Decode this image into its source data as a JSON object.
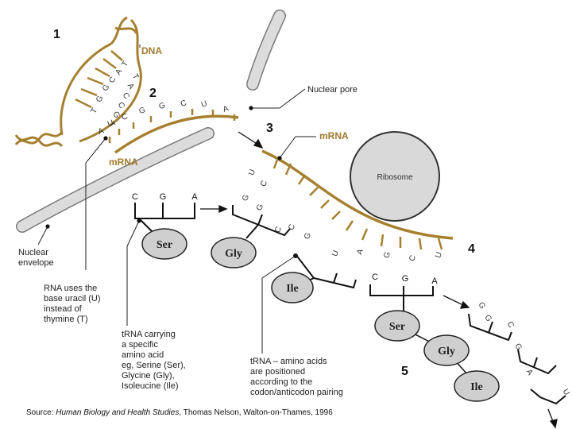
{
  "colors": {
    "strand": "#a6802f",
    "envelope": "#d7d7d7",
    "ribosome": "#d9d9d9",
    "aa": "#cfcfcf",
    "ink": "#111111"
  },
  "steps": [
    "1",
    "2",
    "3",
    "4",
    "5"
  ],
  "labels": {
    "dna": "DNA",
    "nuclear_pore": "Nuclear pore",
    "mrna_top": "mRNA",
    "mrna_left": "mRNA",
    "ribosome": "Ribosome",
    "nuclear_envelope": [
      "Nuclear",
      "envelope"
    ],
    "rna_uracil": [
      "RNA uses the",
      "base uracil (U)",
      "instead of",
      "thymine (T)"
    ],
    "trna_carrying": [
      "tRNA carrying",
      "a specific",
      "amino acid",
      "eg, Serine (Ser),",
      "Glycine (Gly),",
      "Isoleucine (Ile)"
    ],
    "trna_positioned": [
      "tRNA – amino acids",
      "are positioned",
      "according to the",
      "codon/anticodon pairing"
    ]
  },
  "dna_bases_left": [
    "T",
    "G",
    "G",
    "C",
    "A",
    "T"
  ],
  "dna_bases_right": [
    "T",
    "A",
    "C",
    "C",
    "G",
    "T"
  ],
  "mrna_transcript_bases": [
    "A",
    "U",
    "C",
    "G",
    "G",
    "C",
    "U",
    "A"
  ],
  "mrna_ribosome_bases": [
    "U",
    "C",
    "G",
    "G",
    "C",
    "C",
    "G",
    "U",
    "A",
    "G",
    "C",
    "U"
  ],
  "trna_free": {
    "anticodon": [
      "C",
      "G",
      "A"
    ],
    "amino_acid": "Ser"
  },
  "trna_bound_1": {
    "amino_acid": "Gly"
  },
  "trna_bound_2": {
    "amino_acid": "Ile"
  },
  "trna_exit": {
    "anticodon": [
      "C",
      "G",
      "A"
    ]
  },
  "exiting_mrna_bases": [
    "G",
    "G",
    "C",
    "G",
    "A",
    "U"
  ],
  "chain": [
    "Ser",
    "Gly",
    "Ile"
  ],
  "source": {
    "prefix": "Source: ",
    "title": "Human Biology and Health Studies",
    "suffix": ", Thomas Nelson, Walton-on-Thames, 1996"
  }
}
